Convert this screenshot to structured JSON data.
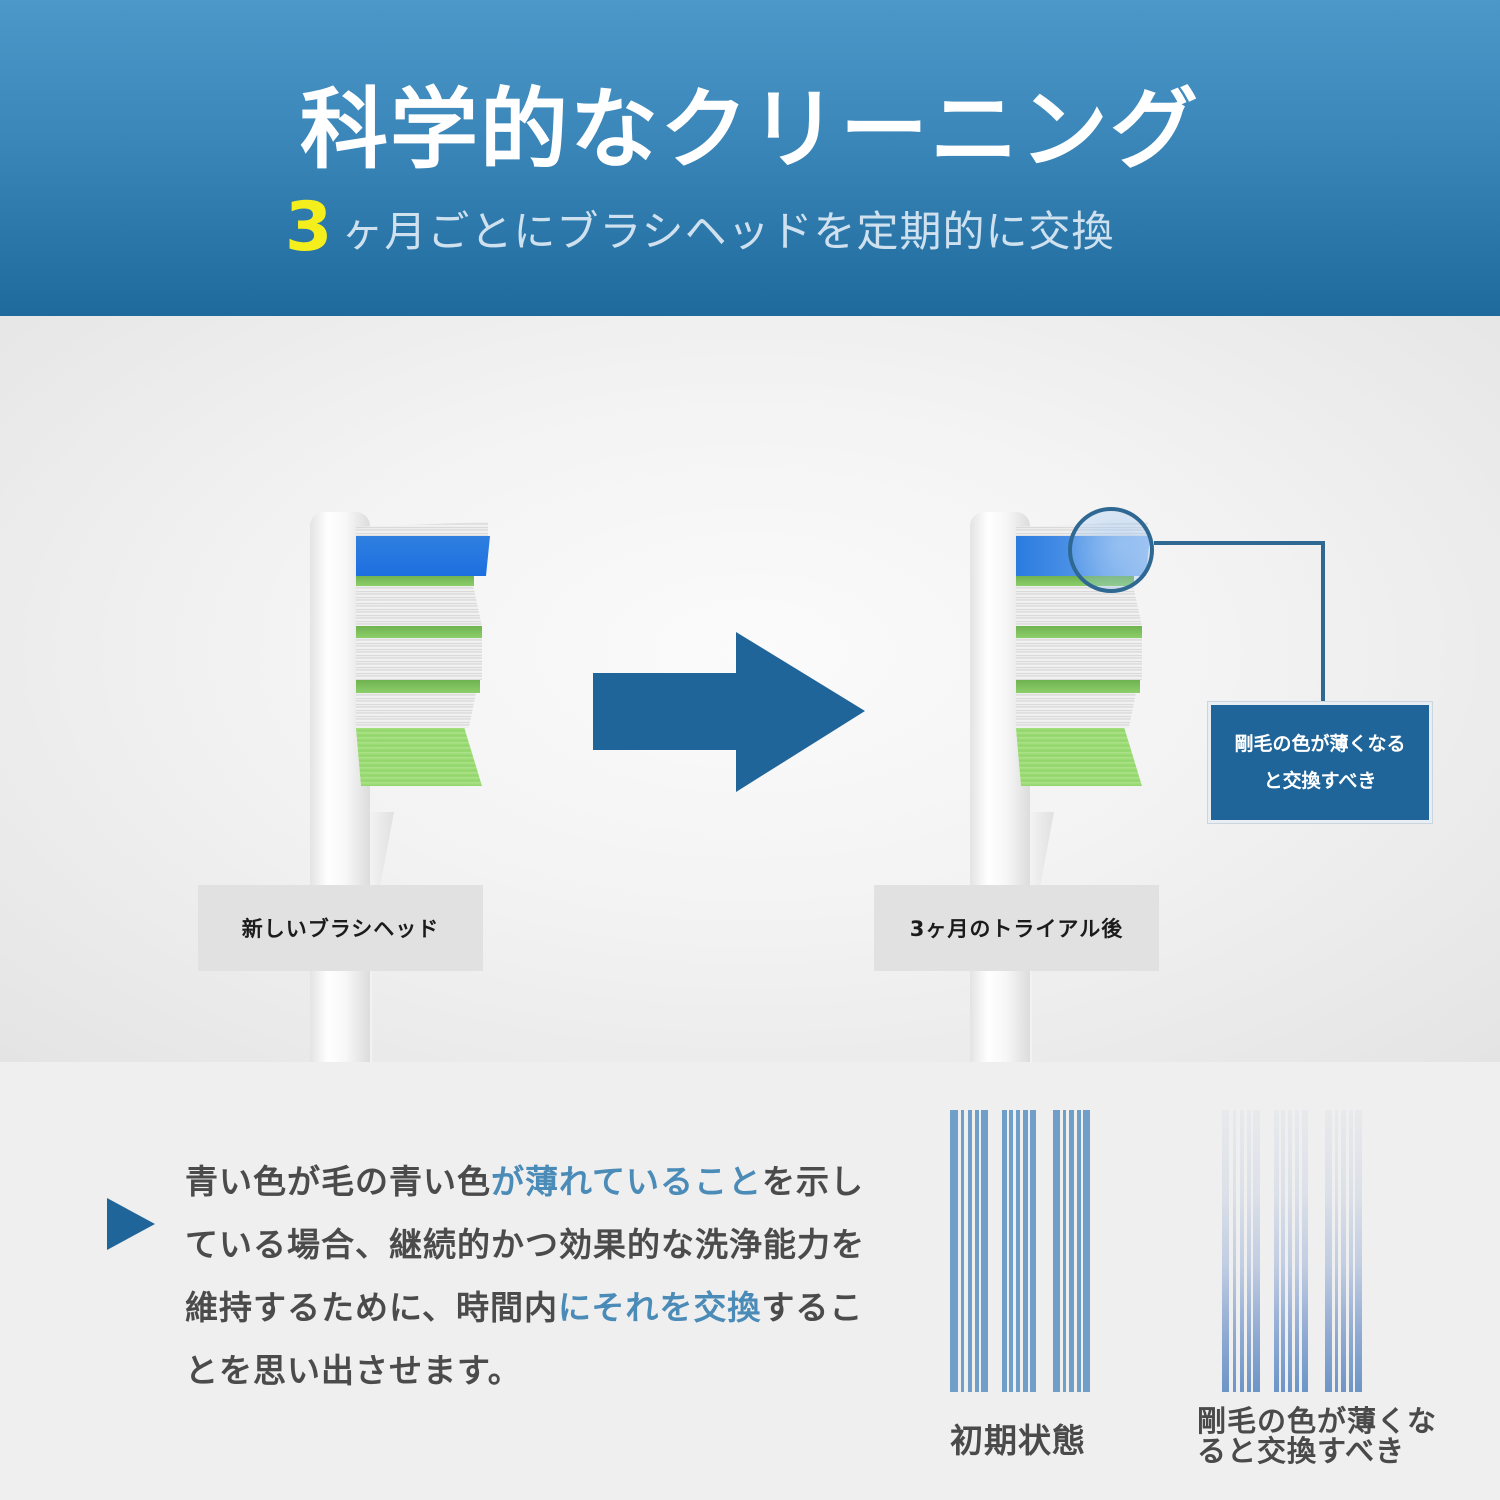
{
  "header": {
    "title": "科学的なクリーニング",
    "subtitle_number": "3",
    "subtitle_text": "ヶ月ごとにブラシヘッドを定期的に交換"
  },
  "comparison": {
    "before_label": "新しいブラシヘッド",
    "after_label": "3ヶ月のトライアル後",
    "callout_line1": "剛毛の色が薄くなる",
    "callout_line2": "と交換すべき",
    "arrow_icon": "arrow-right-icon"
  },
  "description": {
    "segments": [
      {
        "text": "青い色が毛の青い色",
        "highlight": false
      },
      {
        "text": "が薄れていること",
        "highlight": true
      },
      {
        "text": "を示している場合、継続的かつ効果的な洗浄能力を維持するために、時間内",
        "highlight": false
      },
      {
        "text": "にそれを交換",
        "highlight": true
      },
      {
        "text": "することを思い出させます。",
        "highlight": false
      }
    ]
  },
  "indicator": {
    "initial_label": "初期状態",
    "faded_label": "剛毛の色が薄くなると交換すべき"
  },
  "colors": {
    "header_top": "#4c98c8",
    "header_bottom": "#1f6a9c",
    "accent_blue": "#1f6599",
    "highlight_yellow": "#f4ef1c",
    "text_highlight": "#4a8bb8",
    "bristle_blue": "#1d6fe0",
    "bristle_green": "#8ccf6a"
  }
}
